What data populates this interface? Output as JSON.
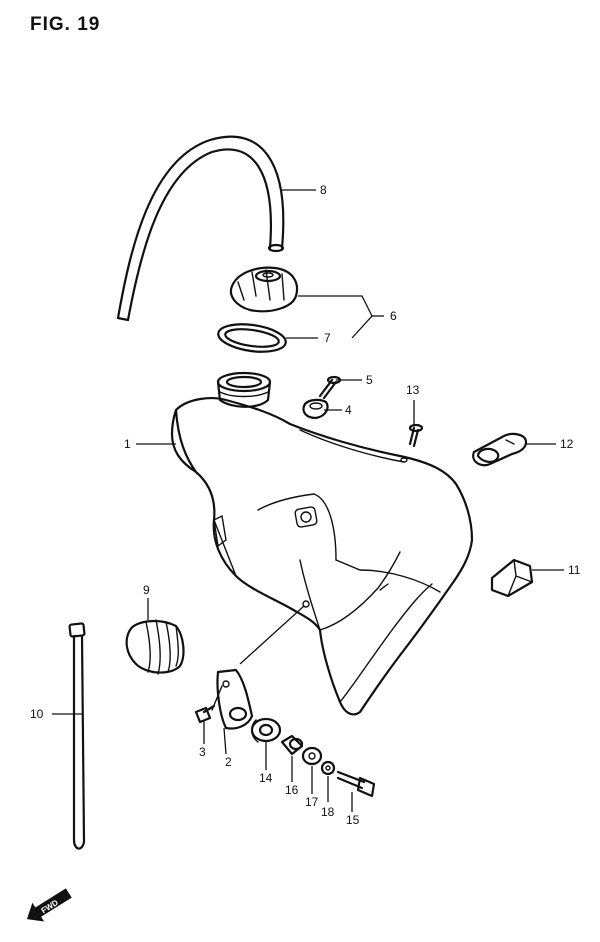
{
  "figure": {
    "title": "FIG. 19"
  },
  "callouts": [
    {
      "id": "c1",
      "label": "1"
    },
    {
      "id": "c2",
      "label": "2"
    },
    {
      "id": "c3",
      "label": "3"
    },
    {
      "id": "c4",
      "label": "4"
    },
    {
      "id": "c5",
      "label": "5"
    },
    {
      "id": "c6",
      "label": "6"
    },
    {
      "id": "c7",
      "label": "7"
    },
    {
      "id": "c8",
      "label": "8"
    },
    {
      "id": "c9",
      "label": "9"
    },
    {
      "id": "c10",
      "label": "10"
    },
    {
      "id": "c11",
      "label": "11"
    },
    {
      "id": "c12",
      "label": "12"
    },
    {
      "id": "c13",
      "label": "13"
    },
    {
      "id": "c14",
      "label": "14"
    },
    {
      "id": "c15",
      "label": "15"
    },
    {
      "id": "c16",
      "label": "16"
    },
    {
      "id": "c17",
      "label": "17"
    },
    {
      "id": "c18",
      "label": "18"
    }
  ],
  "direction_marker": {
    "label": "FWD"
  }
}
